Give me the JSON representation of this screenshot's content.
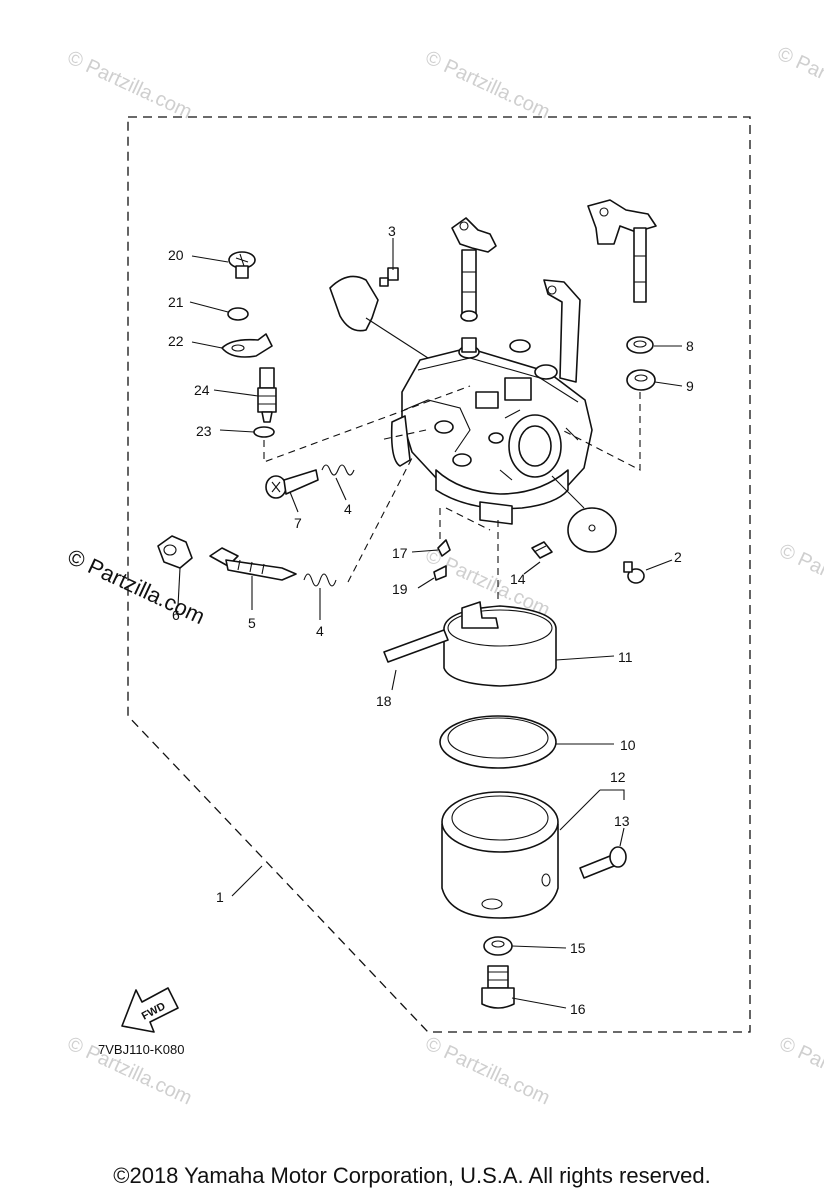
{
  "diagram": {
    "code": "7VBJ110-K080",
    "fwd_label": "FWD",
    "copyright": "©2018 Yamaha Motor Corporation, U.S.A. All rights reserved.",
    "callouts": [
      {
        "id": "c1",
        "label": "1"
      },
      {
        "id": "c2",
        "label": "2"
      },
      {
        "id": "c3",
        "label": "3"
      },
      {
        "id": "c4a",
        "label": "4"
      },
      {
        "id": "c4b",
        "label": "4"
      },
      {
        "id": "c5",
        "label": "5"
      },
      {
        "id": "c6",
        "label": "6"
      },
      {
        "id": "c7",
        "label": "7"
      },
      {
        "id": "c8",
        "label": "8"
      },
      {
        "id": "c9",
        "label": "9"
      },
      {
        "id": "c10",
        "label": "10"
      },
      {
        "id": "c11",
        "label": "11"
      },
      {
        "id": "c12",
        "label": "12"
      },
      {
        "id": "c13",
        "label": "13"
      },
      {
        "id": "c14",
        "label": "14"
      },
      {
        "id": "c15",
        "label": "15"
      },
      {
        "id": "c16",
        "label": "16"
      },
      {
        "id": "c17",
        "label": "17"
      },
      {
        "id": "c18",
        "label": "18"
      },
      {
        "id": "c19",
        "label": "19"
      },
      {
        "id": "c20",
        "label": "20"
      },
      {
        "id": "c21",
        "label": "21"
      },
      {
        "id": "c22",
        "label": "22"
      },
      {
        "id": "c23",
        "label": "23"
      },
      {
        "id": "c24",
        "label": "24"
      }
    ]
  },
  "watermarks": {
    "faint": "© Partzilla.com",
    "strong": "© Partzilla.com"
  },
  "colors": {
    "line": "#111111",
    "watermark": "#cfcfcf"
  }
}
